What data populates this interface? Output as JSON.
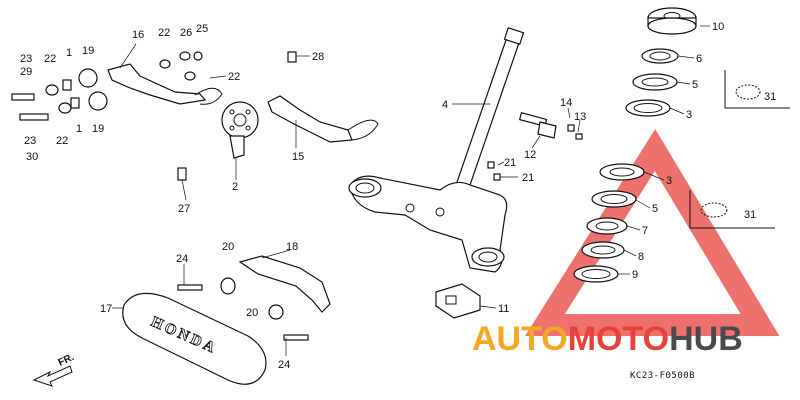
{
  "callouts": {
    "c1a": "1",
    "c1b": "1",
    "c2": "2",
    "c3a": "3",
    "c3b": "3",
    "c4": "4",
    "c5a": "5",
    "c5b": "5",
    "c6": "6",
    "c7": "7",
    "c8": "8",
    "c9": "9",
    "c10": "10",
    "c11": "11",
    "c12": "12",
    "c13": "13",
    "c14": "14",
    "c15": "15",
    "c16": "16",
    "c17": "17",
    "c18": "18",
    "c19a": "19",
    "c19b": "19",
    "c20a": "20",
    "c20b": "20",
    "c21a": "21",
    "c21b": "21",
    "c22a": "22",
    "c22b": "22",
    "c22c": "22",
    "c23a": "23",
    "c23b": "23",
    "c24a": "24",
    "c24b": "24",
    "c25": "25",
    "c26": "26",
    "c27": "27",
    "c28": "28",
    "c29": "29",
    "c30": "30",
    "c31a": "31",
    "c31b": "31"
  },
  "emblem_text": "HONDA",
  "front_marker": "FR.",
  "diagram_code": "KC23-F0500B",
  "watermark": {
    "part1": "AUTO",
    "part2": "MOTO",
    "part3": "HUB",
    "color_orange": "#f5a623",
    "color_red": "#e8413c",
    "color_grey": "#4a4a4a"
  }
}
